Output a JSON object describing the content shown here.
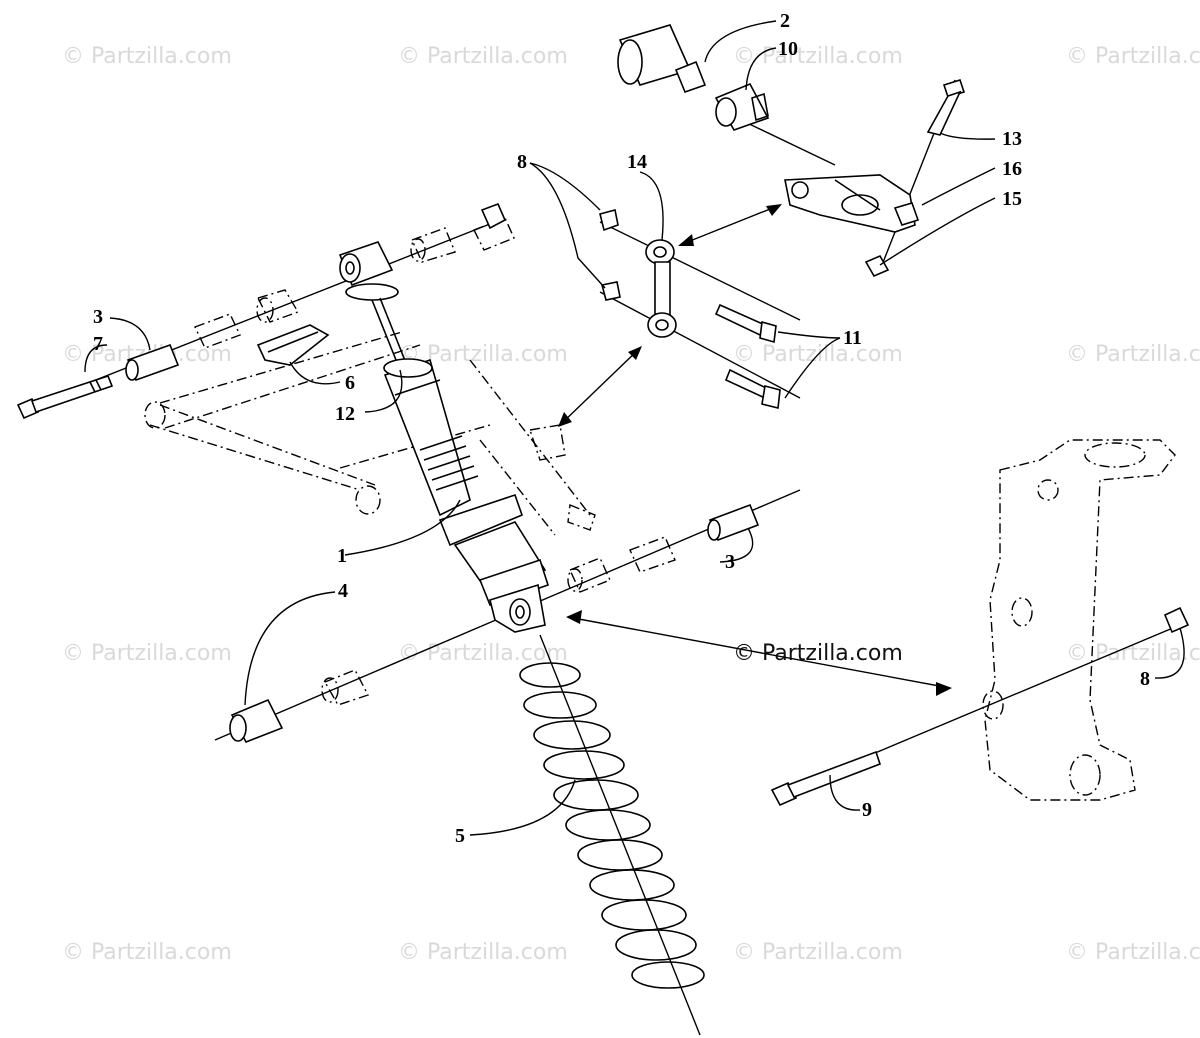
{
  "watermarks": {
    "text": "© Partzilla.com",
    "center_text": "© Partzilla.com"
  },
  "callouts": {
    "c1": "1",
    "c2": "2",
    "c3a": "3",
    "c3b": "3",
    "c4": "4",
    "c5": "5",
    "c6": "6",
    "c7": "7",
    "c8a": "8",
    "c8b": "8",
    "c9": "9",
    "c10": "10",
    "c11": "11",
    "c12": "12",
    "c13": "13",
    "c14": "14",
    "c15": "15",
    "c16": "16"
  },
  "colors": {
    "ink": "#000000",
    "watermark": "#d9d9d9",
    "background": "#ffffff"
  }
}
